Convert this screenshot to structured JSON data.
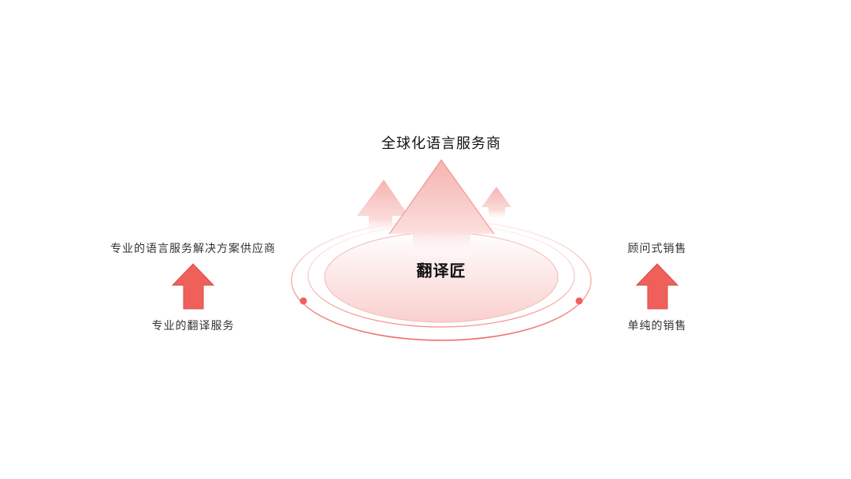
{
  "center": {
    "label": "翻译匠",
    "top_label": "全球化语言服务商"
  },
  "left": {
    "top_label": "专业的语言服务解决方案供应商",
    "bottom_label": "专业的翻译服务"
  },
  "right": {
    "top_label": "顾问式销售",
    "bottom_label": "单纯的销售"
  },
  "colors": {
    "accent": "#f0605a",
    "ring": "#f4a3a0"
  }
}
